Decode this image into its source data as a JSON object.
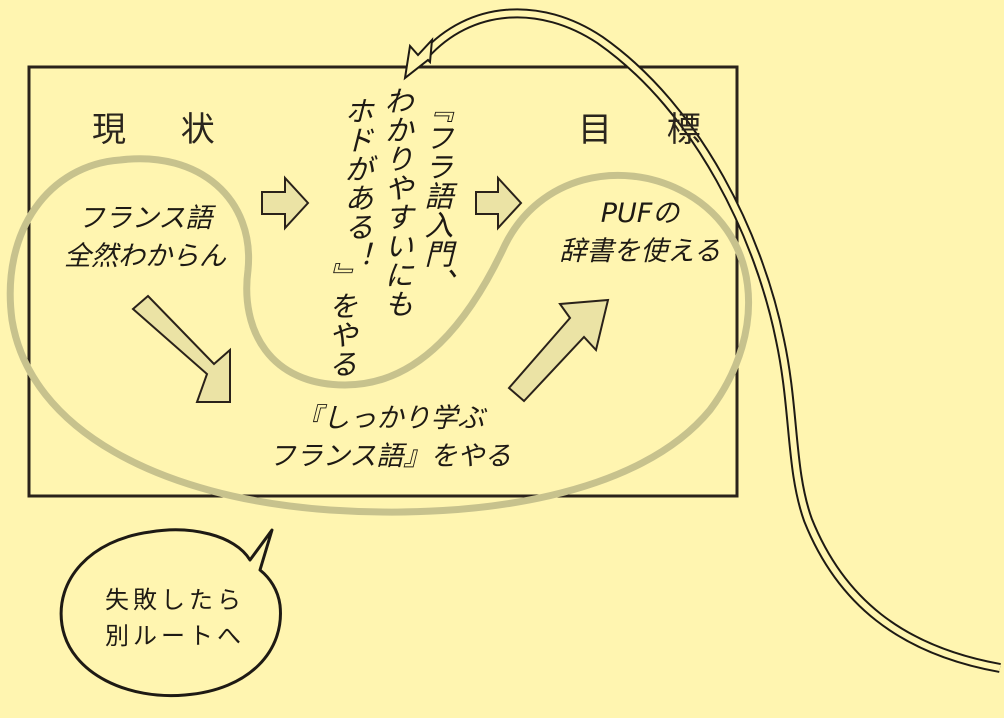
{
  "colors": {
    "background": "#fff5b0",
    "frame": "#2a221a",
    "loop": "#c7c28d",
    "arrow_fill": "#ebe3a5",
    "ink": "#1e1a14"
  },
  "frame": {
    "current_label": "現 状",
    "goal_label": "目 標"
  },
  "nodes": {
    "start": {
      "line1": "フランス語",
      "line2": "全然わからん"
    },
    "intro_book": {
      "text": "『フラ語入門、わかりやすいにもホドがある！』をやる",
      "col1": "『フラ語入門、",
      "col2": "わかりやすいにも",
      "col3": "ホドがある！",
      "col4": "』をやる"
    },
    "goal": {
      "line1": "PUFの",
      "line2": "辞書を使える"
    },
    "study_book": {
      "line1": "『しっかり学ぶ",
      "line2": "フランス語』をやる"
    }
  },
  "bubble": {
    "line1": "失敗したら",
    "line2": "別ルートへ"
  }
}
